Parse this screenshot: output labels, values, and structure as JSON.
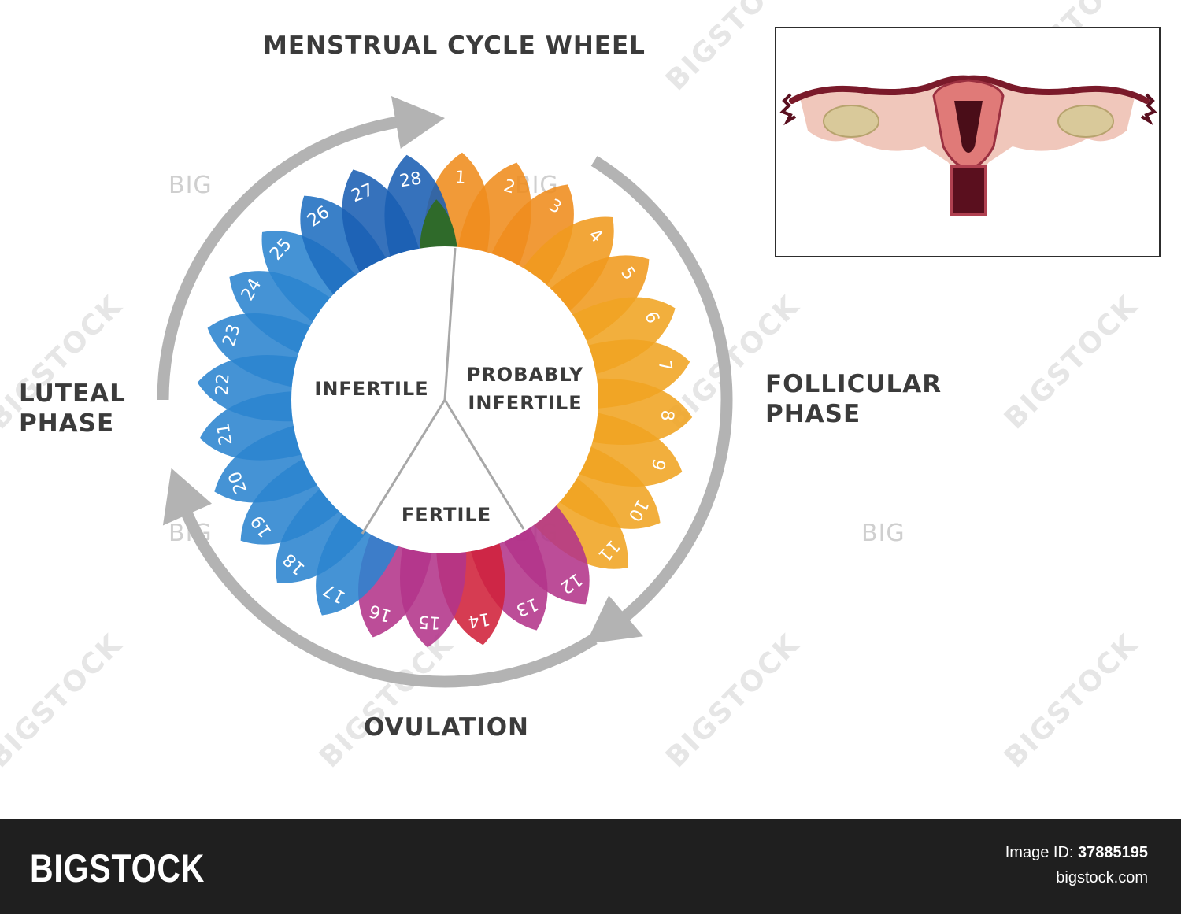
{
  "title": "MENSTRUAL CYCLE WHEEL",
  "phases": {
    "luteal": [
      "LUTEAL",
      "PHASE"
    ],
    "follicular": [
      "FOLLICULAR",
      "PHASE"
    ],
    "ovulation": "OVULATION"
  },
  "segments": {
    "infertile": "INFERTILE",
    "probably_infertile": [
      "PROBABLY",
      "INFERTILE"
    ],
    "fertile": "FERTILE"
  },
  "days": [
    {
      "label": "1",
      "color": "#ef8c1c"
    },
    {
      "label": "2",
      "color": "#ef8c1c"
    },
    {
      "label": "3",
      "color": "#ef8c1c"
    },
    {
      "label": "4",
      "color": "#f09a1e"
    },
    {
      "label": "5",
      "color": "#f09a1e"
    },
    {
      "label": "6",
      "color": "#f0a422"
    },
    {
      "label": "7",
      "color": "#f0a422"
    },
    {
      "label": "8",
      "color": "#f0a422"
    },
    {
      "label": "9",
      "color": "#f0a422"
    },
    {
      "label": "10",
      "color": "#f0a422"
    },
    {
      "label": "11",
      "color": "#f0a422"
    },
    {
      "label": "12",
      "color": "#b3348a"
    },
    {
      "label": "13",
      "color": "#b3348a"
    },
    {
      "label": "14",
      "color": "#d0213a"
    },
    {
      "label": "15",
      "color": "#b3348a"
    },
    {
      "label": "16",
      "color": "#b3348a"
    },
    {
      "label": "17",
      "color": "#2b84cf"
    },
    {
      "label": "18",
      "color": "#2b84cf"
    },
    {
      "label": "19",
      "color": "#2b84cf"
    },
    {
      "label": "20",
      "color": "#2b84cf"
    },
    {
      "label": "21",
      "color": "#2b84cf"
    },
    {
      "label": "22",
      "color": "#2b84cf"
    },
    {
      "label": "23",
      "color": "#2b84cf"
    },
    {
      "label": "24",
      "color": "#2b84cf"
    },
    {
      "label": "25",
      "color": "#2b84cf"
    },
    {
      "label": "26",
      "color": "#1f6ec0"
    },
    {
      "label": "27",
      "color": "#1a5fb3"
    },
    {
      "label": "28",
      "color": "#1a5fb3"
    }
  ],
  "colors": {
    "text": "#3b3b3b",
    "arrows": "#b3b3b3",
    "inner_lines": "#a8a8a8",
    "overlap_day28_day1": "#2f6a2a",
    "footer_background": "#1f1f1f"
  },
  "watermarks": {
    "big": "BIG",
    "stock": "BIGSTOCK"
  },
  "footer": {
    "brand": "BIGSTOCK",
    "image_id_label": "Image ID:",
    "image_id": "37885195",
    "site": "bigstock.com"
  }
}
